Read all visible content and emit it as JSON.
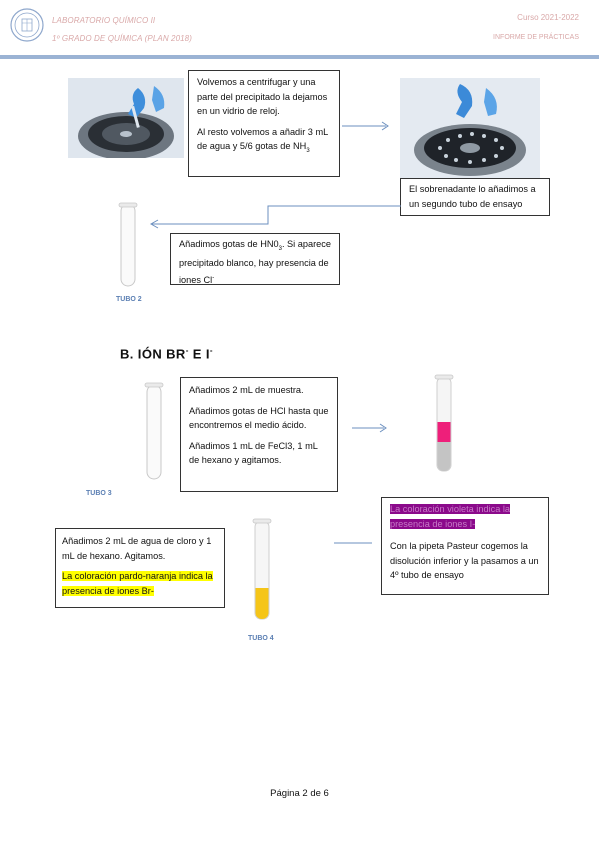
{
  "header": {
    "line1": "LABORATORIO QUÍMICO II",
    "line2": "1º GRADO DE QUÍMICA (PLAN 2018)",
    "course": "Curso 2021-2022",
    "report": "INFORME DE PRÁCTICAS",
    "accent_color": "#9bb3d4"
  },
  "box1": {
    "p1": "Volvemos a centrifugar y una parte del precipitado la dejamos en un vidrio de reloj.",
    "p2a": "Al resto volvemos a añadir 3 mL de agua y 5/6 gotas de NH",
    "p2sub": "3"
  },
  "box2": {
    "text": "El sobrenadante lo añadimos a un segundo tubo de ensayo"
  },
  "box3": {
    "t1": "Añadimos gotas de HN0",
    "t1sub": "3",
    "t2": ". Si aparece precipitado blanco, hay presencia de iones Cl",
    "t2sup": "-"
  },
  "tubes": {
    "tube2": "TUBO 2",
    "tube3": "TUBO 3",
    "tube4": "TUBO 4"
  },
  "section_b": {
    "prefix": "B. IÓN BR",
    "sup1": "-",
    "mid": " E I",
    "sup2": "-"
  },
  "box4": {
    "p1": "Añadimos 2 mL de muestra.",
    "p2": "Añadimos gotas de HCl hasta que encontremos el medio ácido.",
    "p3": "Añadimos 1 mL de FeCl3, 1 mL de hexano y agitamos."
  },
  "box5": {
    "p1": "Añadimos 2 mL de agua de cloro y 1 mL de hexano. Agitamos.",
    "p2": "La coloración pardo-naranja indica la presencia de iones Br-"
  },
  "box6": {
    "p1": "La coloración violeta indica la presencia de iones I-",
    "p2": "Con la pipeta Pasteur cogemos la disolución inferior y la pasamos a un 4º tubo de ensayo"
  },
  "colors": {
    "pink_layer": "#ee1f7a",
    "yellow_layer": "#f5c518",
    "violet_highlight": "#8b0a8b"
  },
  "footer": {
    "page": "Página 2 de 6"
  }
}
